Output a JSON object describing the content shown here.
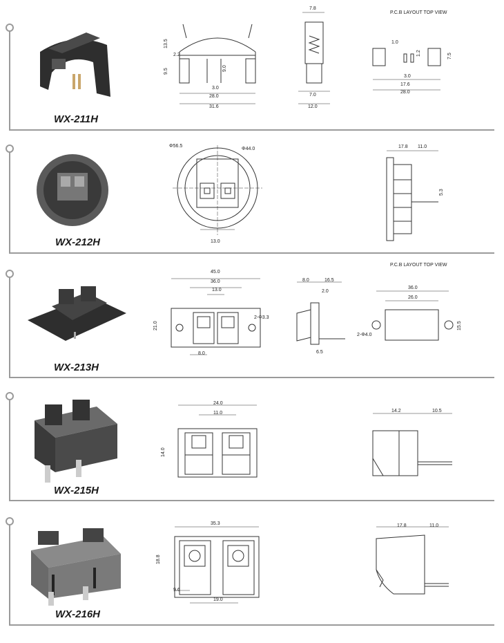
{
  "colors": {
    "frame": "#9a9a9a",
    "line": "#333333",
    "photo_dark": "#2e2e2e",
    "photo_mid": "#5a5a5a"
  },
  "sections": [
    {
      "model": "WX-211H",
      "dims": [
        "7.8",
        "13.5",
        "2.2",
        "9.5",
        "9.0",
        "3.0",
        "28.0",
        "31.6",
        "7.0",
        "12.0",
        "1.0",
        "1.2",
        "3.0",
        "7.5",
        "17.6",
        "28.0"
      ],
      "caption": "P.C.B LAYOUT    TOP VIEW"
    },
    {
      "model": "WX-212H",
      "dims": [
        "Φ56.5",
        "Φ44.0",
        "13.0",
        "17.8",
        "11.0",
        "5.3"
      ]
    },
    {
      "model": "WX-213H",
      "dims": [
        "45.0",
        "36.0",
        "13.0",
        "21.0",
        "2-Φ3.3",
        "8.0",
        "8.0",
        "16.5",
        "2.0",
        "6.5",
        "36.0",
        "26.0",
        "15.5",
        "2-Φ4.0"
      ],
      "caption": "P.C.B LAYOUT    TOP VIEW"
    },
    {
      "model": "WX-215H",
      "dims": [
        "24.0",
        "11.0",
        "14.0",
        "14.2",
        "10.5"
      ]
    },
    {
      "model": "WX-216H",
      "dims": [
        "35.3",
        "18.8",
        "9.6",
        "19.0",
        "17.8",
        "11.0"
      ]
    }
  ]
}
